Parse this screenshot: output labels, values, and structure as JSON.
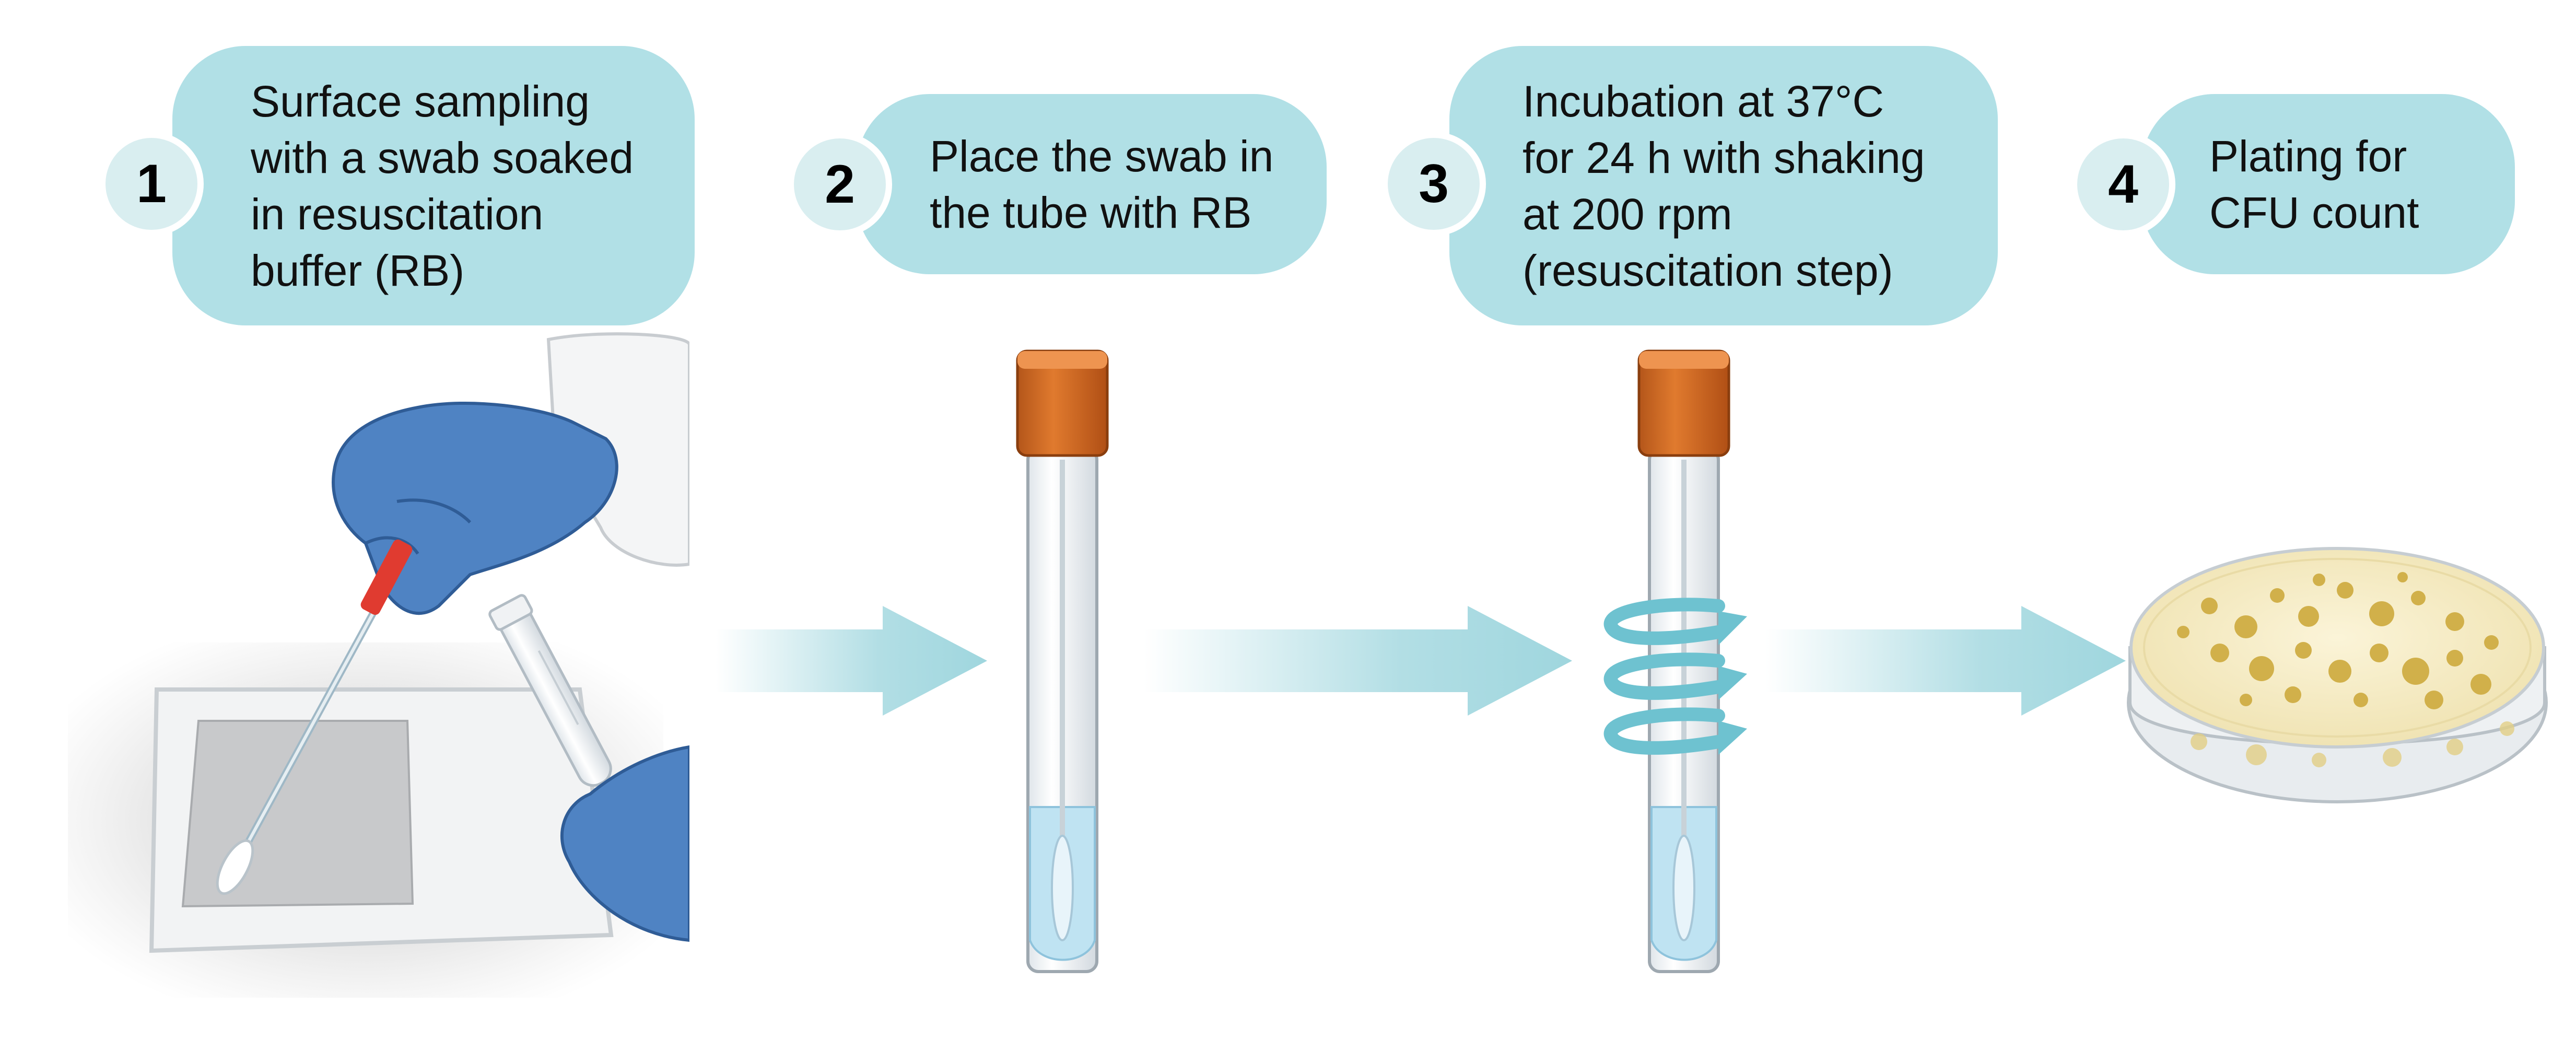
{
  "steps": [
    {
      "number": "1",
      "text": "Surface sampling\nwith a swab soaked\nin resuscitation\nbuffer (RB)"
    },
    {
      "number": "2",
      "text": "Place the swab in\nthe tube with RB"
    },
    {
      "number": "3",
      "text": "Incubation at 37°C\nfor 24 h with shaking\nat 200 rpm\n(resuscitation step)"
    },
    {
      "number": "4",
      "text": "Plating for\nCFU count"
    }
  ],
  "colors": {
    "bubble": "#b1e0e6",
    "number_circle": "#d9eef0",
    "arrow": "#9fd6de",
    "glove": "#4f83c3",
    "tube_cap": "#d2691e",
    "liquid": "#bfe3f2",
    "agar": "#f6edc4",
    "colony": "#d1b04a"
  },
  "icons": [
    "gloved-hand-icon",
    "swab-icon",
    "sampling-surface-icon",
    "sample-tube-icon",
    "process-arrow-icon",
    "shaking-arrows-icon",
    "petri-dish-icon"
  ]
}
